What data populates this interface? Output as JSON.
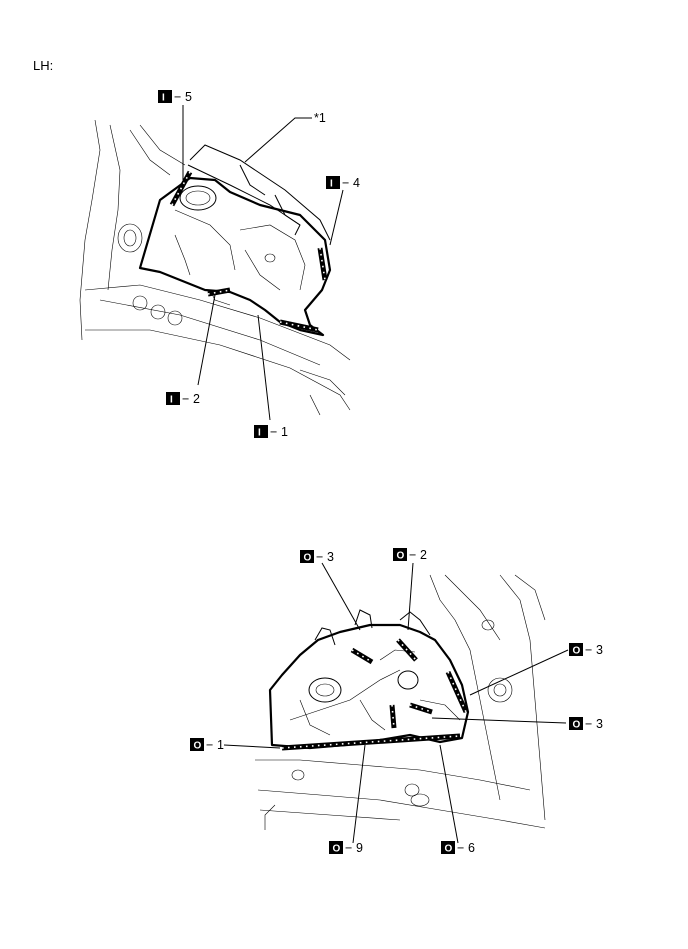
{
  "page_label": "LH:",
  "note_ref": "*1",
  "callouts_top": [
    {
      "id": "i5",
      "badge": "I",
      "dash": "−",
      "num": "5"
    },
    {
      "id": "i4",
      "badge": "I",
      "dash": "−",
      "num": "4"
    },
    {
      "id": "i2",
      "badge": "I",
      "dash": "−",
      "num": "2"
    },
    {
      "id": "i1",
      "badge": "I",
      "dash": "−",
      "num": "1"
    }
  ],
  "callouts_bottom": [
    {
      "id": "o3a",
      "badge": "O",
      "dash": "−",
      "num": "3"
    },
    {
      "id": "o2",
      "badge": "O",
      "dash": "−",
      "num": "2"
    },
    {
      "id": "o3b",
      "badge": "O",
      "dash": "−",
      "num": "3"
    },
    {
      "id": "o3c",
      "badge": "O",
      "dash": "−",
      "num": "3"
    },
    {
      "id": "o1",
      "badge": "O",
      "dash": "−",
      "num": "1"
    },
    {
      "id": "o9",
      "badge": "O",
      "dash": "−",
      "num": "9"
    },
    {
      "id": "o6",
      "badge": "O",
      "dash": "−",
      "num": "6"
    }
  ]
}
